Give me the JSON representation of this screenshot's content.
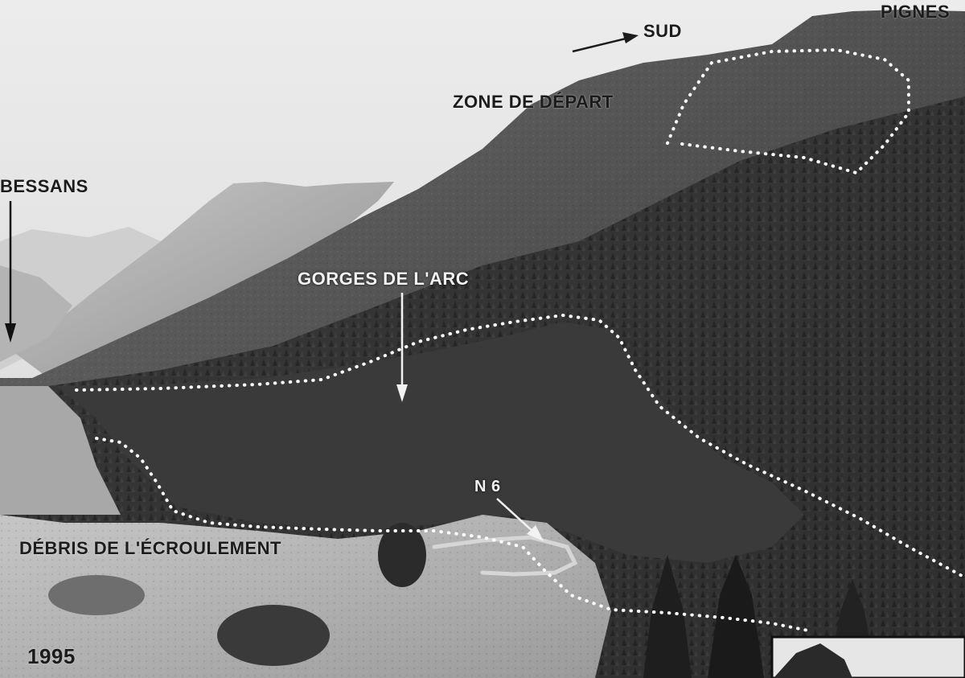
{
  "photo": {
    "labels": {
      "pignes": "PIGNES",
      "sud": "SUD",
      "zone_depart": "ZONE DE DÉPART",
      "bessans": "BESSANS",
      "gorges": "GORGES DE L'ARC",
      "n6": "N 6",
      "debris": "DÉBRIS DE L'ÉCROULEMENT",
      "year": "1995"
    },
    "colors": {
      "sky": "#e4e4e4",
      "far_mountain": "#b9b9b9",
      "main_slope": "#5a5a5a",
      "forest": "#2c2c2c",
      "meadow": "#bdbdbd",
      "dotted_line": "#ffffff",
      "label_dark": "#1c1c1c",
      "label_light": "#f2f2f2"
    },
    "icons": {
      "bessans_pointer": "down-arrow-icon",
      "gorges_pointer": "down-arrow-icon",
      "n6_pointer": "diagonal-arrow-icon",
      "sud_direction": "direction-arrow-icon"
    }
  }
}
